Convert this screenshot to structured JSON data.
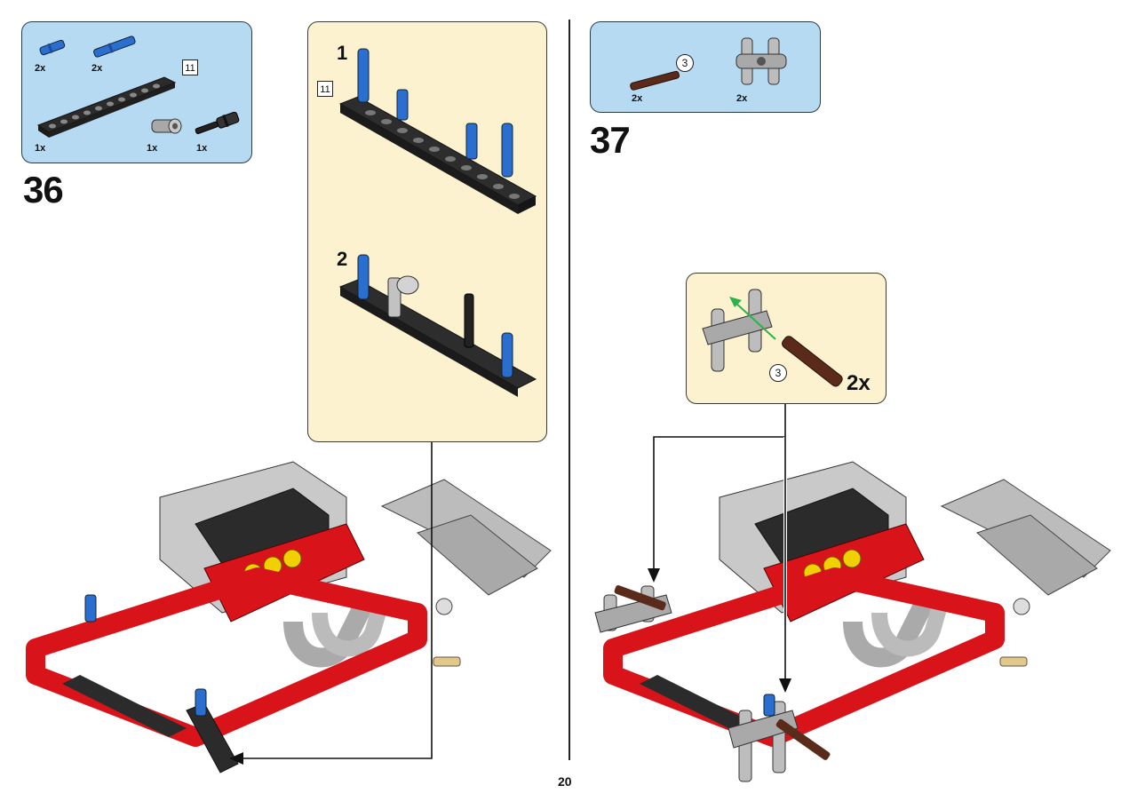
{
  "page_number": "20",
  "step36": {
    "number": "36",
    "parts": {
      "qty_blue_pin_short": "2x",
      "qty_blue_pin_long": "2x",
      "beam_length_tag": "11",
      "qty_beam": "1x",
      "qty_connector": "1x",
      "qty_axle_pin": "1x"
    },
    "subassembly": {
      "sub1_number": "1",
      "sub1_length_tag": "11",
      "sub2_number": "2"
    }
  },
  "step37": {
    "number": "37",
    "parts": {
      "axle_length_circle": "3",
      "qty_axle": "2x",
      "qty_connector": "2x"
    },
    "callout": {
      "axle_length_circle": "3",
      "multiplier": "2x"
    }
  },
  "colors": {
    "parts_box_bg": "#b7daf3",
    "callout_bg": "#fcf2cf",
    "frame_red": "#d8141a",
    "beam_black": "#2b2b2b",
    "pin_blue": "#2a6fd0",
    "connector_gray": "#b5b5b5",
    "axle_brown": "#5a2a1a"
  }
}
